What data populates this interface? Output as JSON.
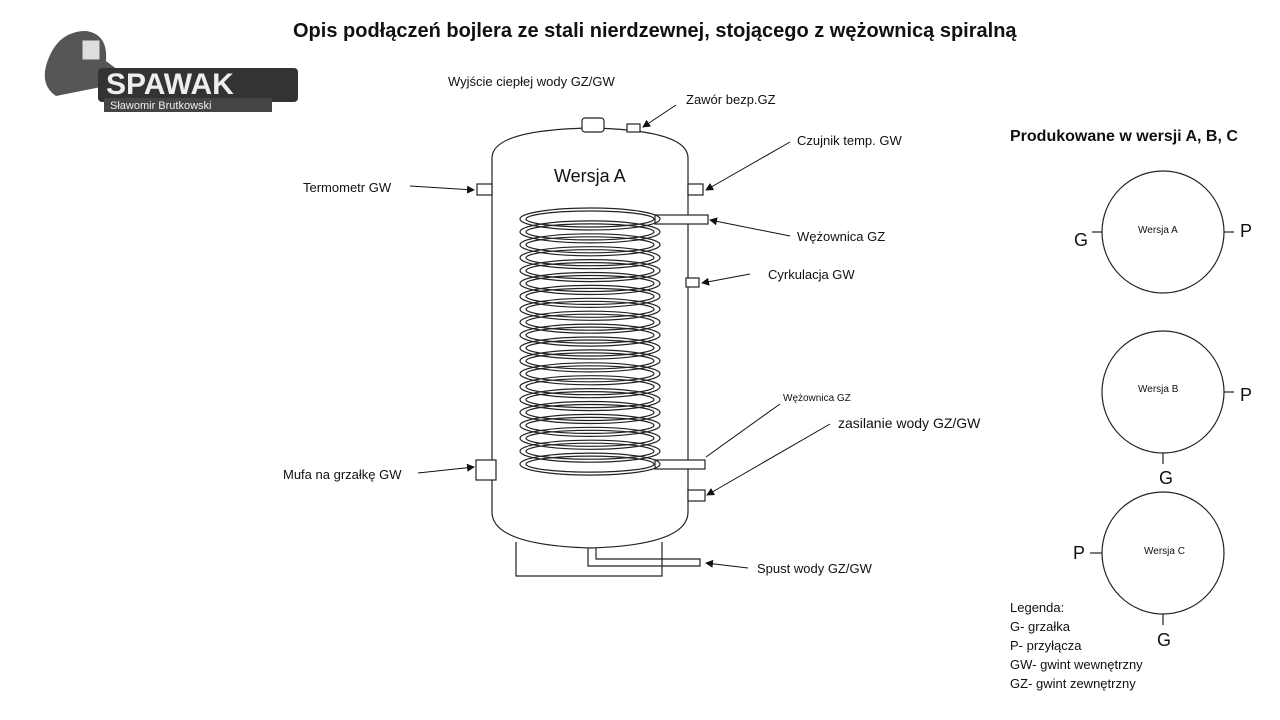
{
  "title": "Opis podłączeń bojlera ze stali nierdzewnej, stojącego z wężownicą spiralną",
  "logo": {
    "name": "SPAWAK",
    "subtitle": "Sławomir Brutkowski"
  },
  "tank": {
    "version_label": "Wersja A",
    "labels": {
      "hot_outlet": "Wyjście ciepłej wody GZ/GW",
      "safety_valve": "Zawór bezp.GZ",
      "temp_sensor": "Czujnik temp. GW",
      "thermometer": "Termometr GW",
      "coil_top": "Wężownica GZ",
      "circulation": "Cyrkulacja GW",
      "coil_bottom": "Wężownica GZ",
      "water_supply": "zasilanie wody GZ/GW",
      "heater_socket": "Mufa na grzałkę GW",
      "drain": "Spust wody GZ/GW"
    }
  },
  "versions": {
    "heading": "Produkowane w wersji A, B, C",
    "items": [
      {
        "name": "Wersja A",
        "left": "G",
        "right": "P"
      },
      {
        "name": "Wersja B",
        "right": "P",
        "bottom": "G"
      },
      {
        "name": "Wersja C",
        "left": "P",
        "bottom": "G"
      }
    ]
  },
  "legend": {
    "title": "Legenda:",
    "items": [
      "G- grzałka",
      "P- przyłącza",
      "GW- gwint wewnętrzny",
      "GZ- gwint zewnętrzny"
    ]
  }
}
